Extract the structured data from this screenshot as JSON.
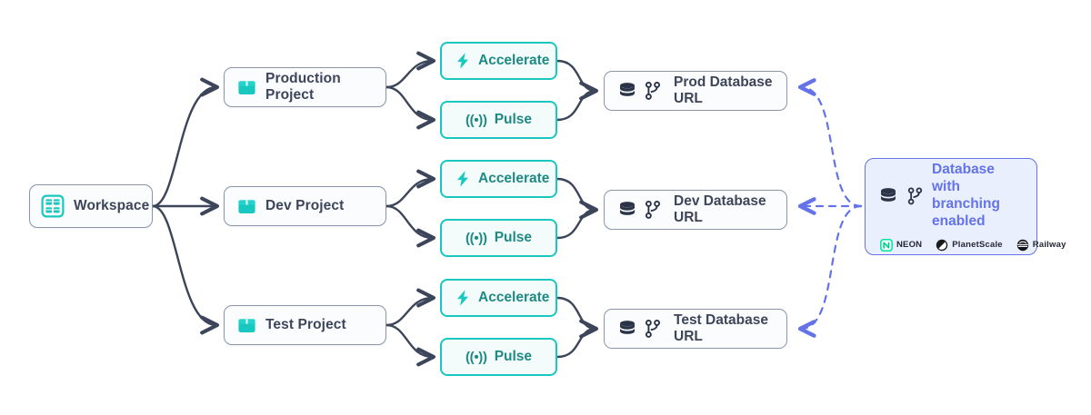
{
  "diagram": {
    "title": "Prisma workspace projects to database URLs architecture diagram",
    "colors": {
      "teal": "#17c7c0",
      "teal_text": "#1f8a85",
      "navy": "#3c4559",
      "grey_border": "#8a95ab",
      "indigo": "#6473e8",
      "panel_bg": "#e9effc",
      "arrow_solid": "#3c4559",
      "arrow_dashed": "#6473e8"
    }
  },
  "workspace": {
    "label": "Workspace",
    "icon": "workspace-grid-icon"
  },
  "projects": [
    {
      "id": "production",
      "label": "Production Project",
      "icon": "project-box-icon"
    },
    {
      "id": "dev",
      "label": "Dev Project",
      "icon": "project-box-icon"
    },
    {
      "id": "test",
      "label": "Test Project",
      "icon": "project-box-icon"
    }
  ],
  "services": [
    {
      "row": "production",
      "accelerate": "Accelerate",
      "pulse": "Pulse"
    },
    {
      "row": "dev",
      "accelerate": "Accelerate",
      "pulse": "Pulse"
    },
    {
      "row": "test",
      "accelerate": "Accelerate",
      "pulse": "Pulse"
    }
  ],
  "service_icons": {
    "accelerate": "lightning-bolt-icon",
    "pulse": "pulse-signal-icon"
  },
  "database_urls": [
    {
      "id": "prod",
      "label": "Prod Database URL",
      "icons": [
        "database-icon",
        "git-branch-icon"
      ]
    },
    {
      "id": "dev",
      "label": "Dev Database URL",
      "icons": [
        "database-icon",
        "git-branch-icon"
      ]
    },
    {
      "id": "test",
      "label": "Test Database URL",
      "icons": [
        "database-icon",
        "git-branch-icon"
      ]
    }
  ],
  "panel": {
    "title_line1": "Database with",
    "title_line2": "branching enabled",
    "icons": [
      "database-icon",
      "git-branch-icon"
    ],
    "providers": [
      {
        "name": "NEON",
        "logo": "neon-logo-icon"
      },
      {
        "name": "PlanetScale",
        "logo": "planetscale-logo-icon"
      },
      {
        "name": "Railway",
        "logo": "railway-logo-icon"
      }
    ]
  },
  "connections": {
    "workspace_to_projects": "solid-arrow",
    "project_to_services": "solid-arrow",
    "services_to_database_url": "solid-arrow",
    "panel_to_database_urls": "dashed-arrow"
  }
}
